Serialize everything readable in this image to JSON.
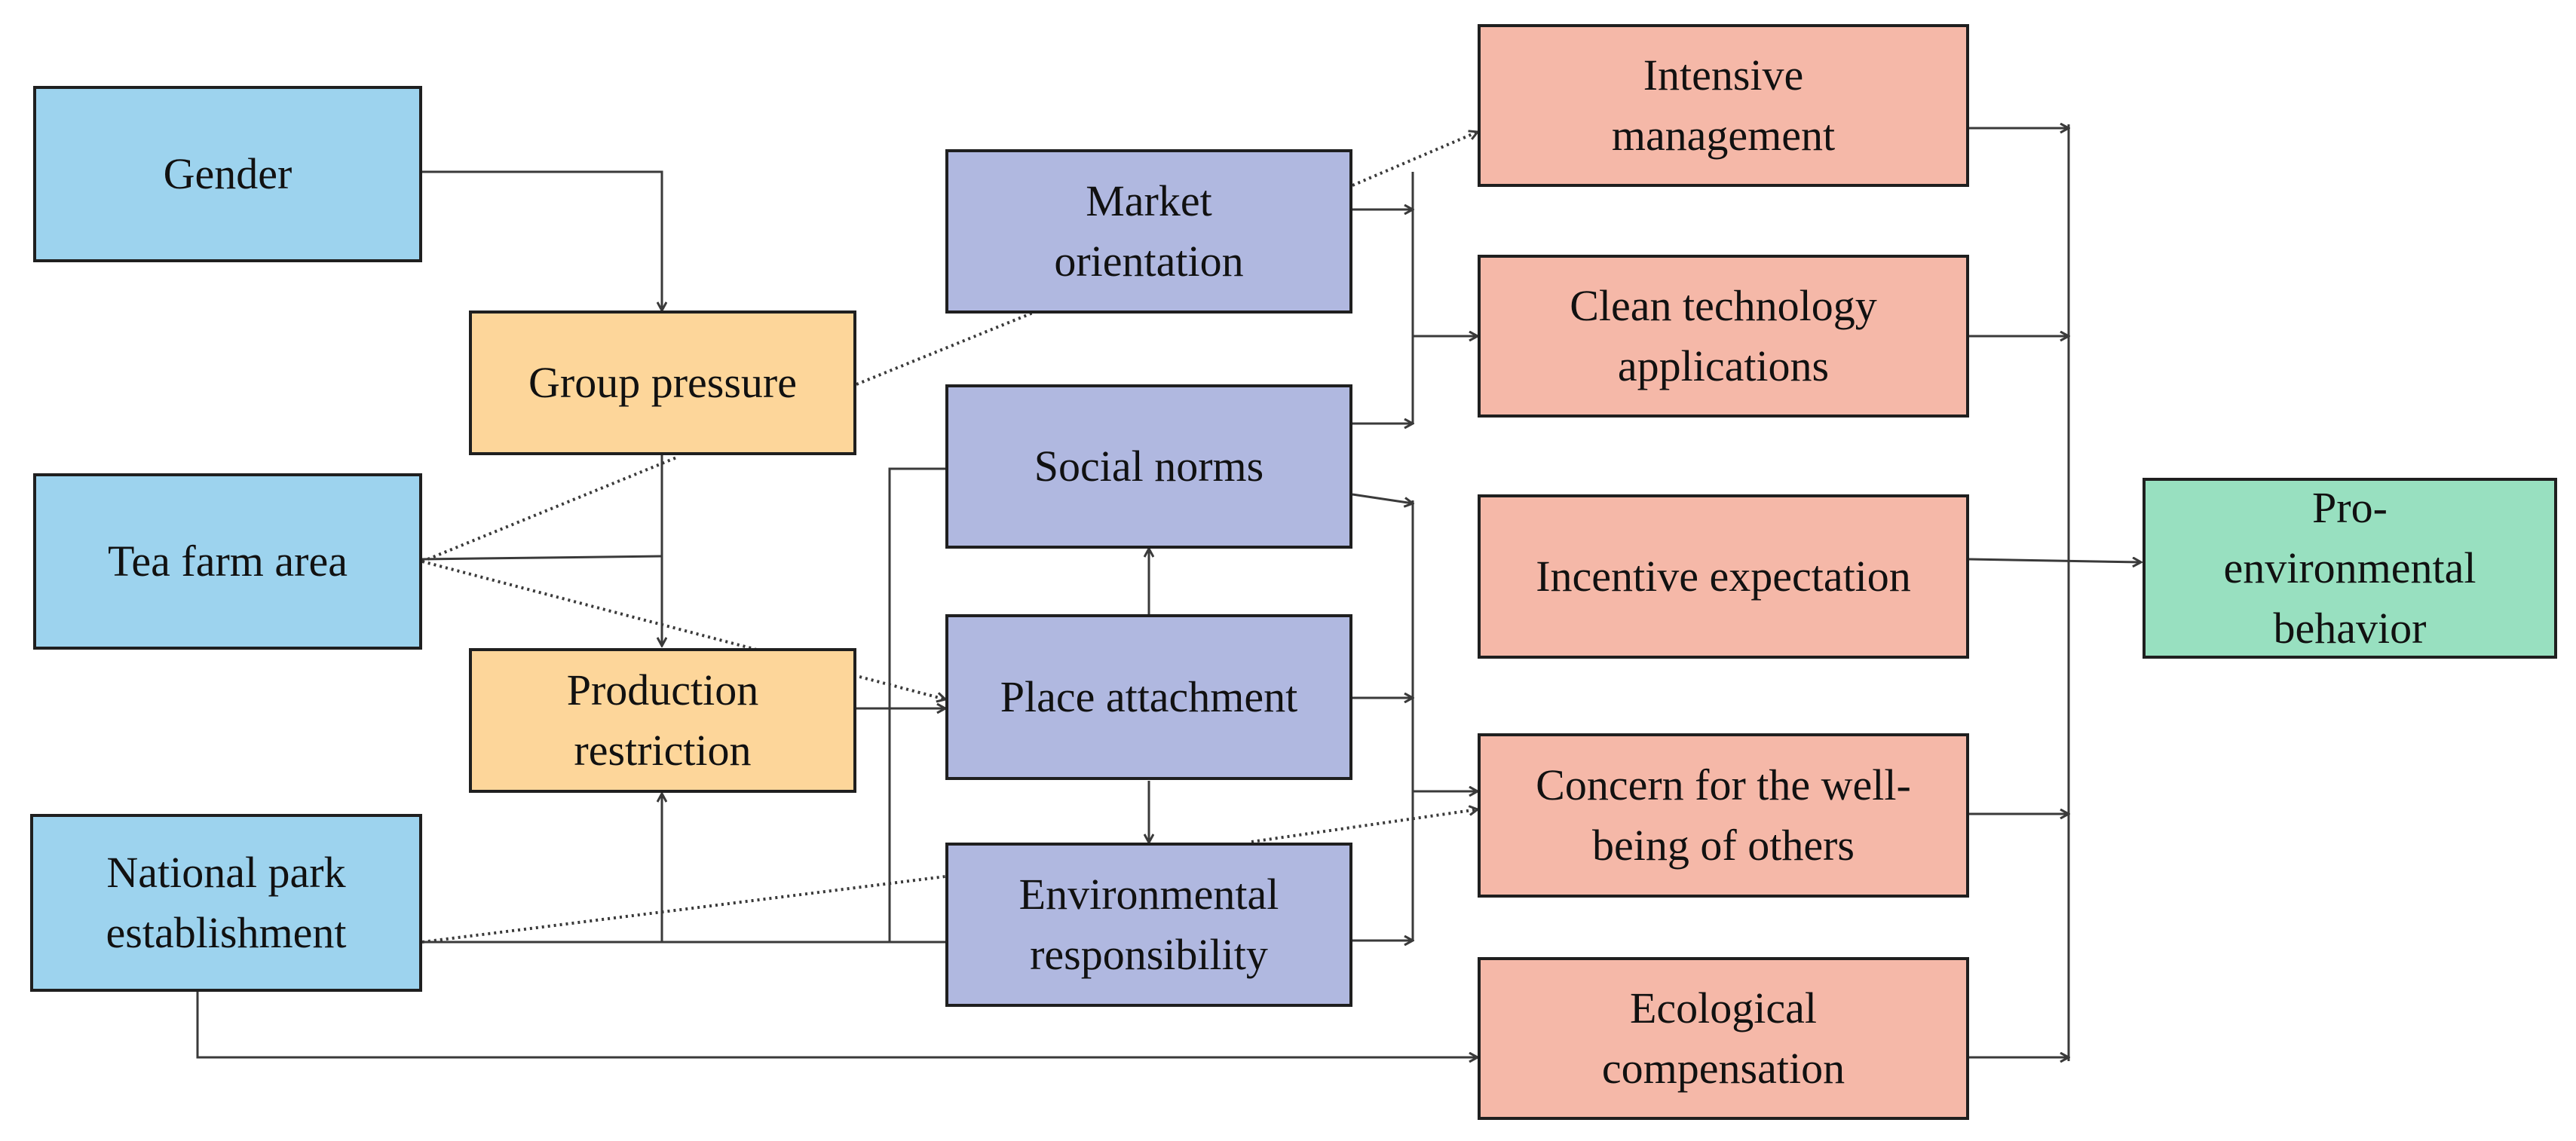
{
  "colors": {
    "antecedent": "#9dd3ee",
    "mediator_1": "#fdd69a",
    "mediator_2": "#b0b8e0",
    "outcome_dimension": "#f5b8a8",
    "outcome": "#98e0c0",
    "border": "#1f1f1f",
    "line": "#3a3a3a"
  },
  "nodes": {
    "gender": "Gender",
    "tea_farm_area": "Tea farm area",
    "national_park_establishment": "National park\nestablishment",
    "group_pressure": "Group pressure",
    "production_restriction": "Production\nrestriction",
    "market_orientation": "Market\norientation",
    "social_norms": "Social norms",
    "place_attachment": "Place attachment",
    "environmental_responsibility": "Environmental\nresponsibility",
    "intensive_management": "Intensive\nmanagement",
    "clean_technology_applications": "Clean technology\napplications",
    "incentive_expectation": "Incentive expectation",
    "concern_for_others": "Concern for the well-\nbeing of others",
    "ecological_compensation": "Ecological\ncompensation",
    "pro_environmental_behavior": "Pro-\nenvironmental\nbehavior"
  }
}
